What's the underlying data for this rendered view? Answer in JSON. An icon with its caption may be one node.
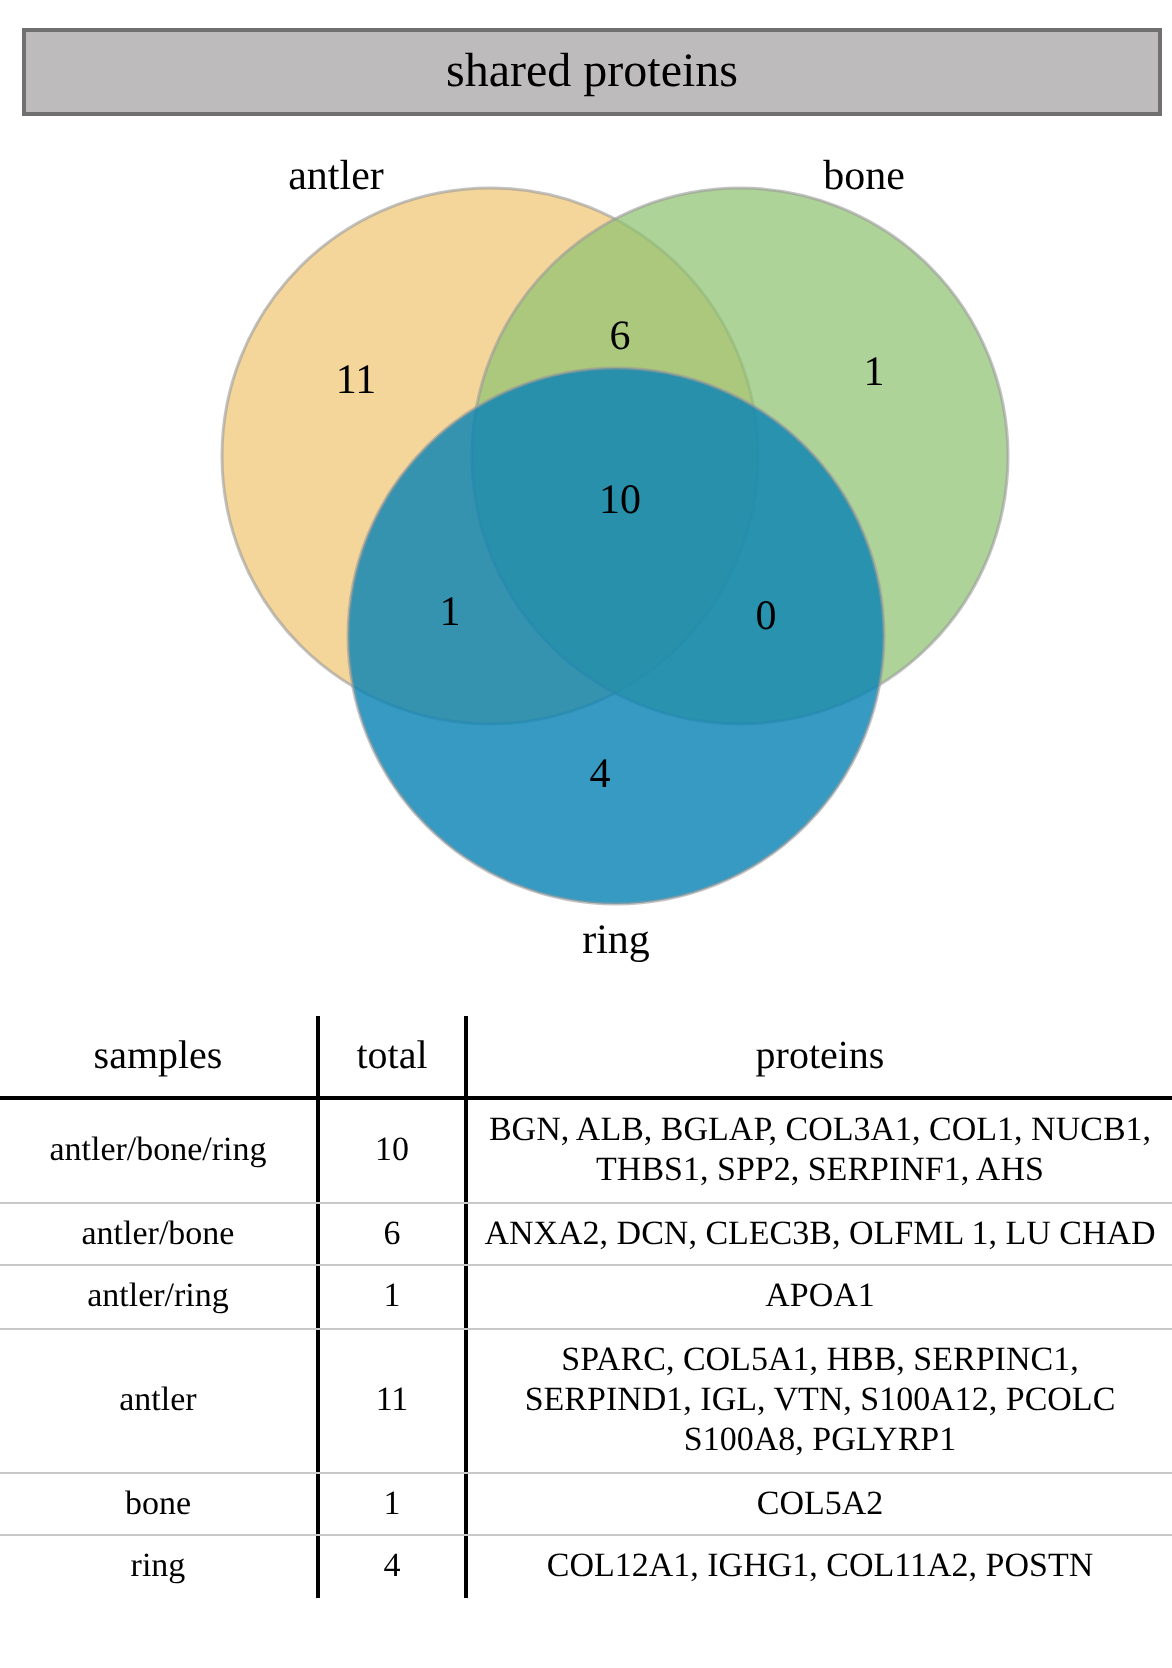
{
  "diagram": {
    "title": "shared proteins",
    "nodes": [
      {
        "text": [
          "antler"
        ]
      },
      {
        "text": [
          "bone"
        ]
      },
      {
        "text": [
          "ring"
        ]
      }
    ],
    "edges": [],
    "labels": [
      "6",
      "11",
      "1",
      "10",
      "1",
      "0",
      "4",
      "samples",
      "total",
      "proteins",
      "antler/bone/ring",
      "10",
      "BGN, ALB, BGLAP, COL3A1, COL1, NUCB1, THBS1, SPP2, SERPINF1, AHS",
      "antler/bone",
      "6",
      "ANXA2, DCN, CLEC3B, OLFML 1, LU CHAD",
      "antler/ring",
      "1",
      "APOA1",
      "antler",
      "11",
      "SPARC, COL5A1, HBB, SERPINC1, SERPIND1, IGL, VTN, S100A12, PCOLC S100A8, PGLYRP1",
      "bone",
      "1",
      "COL5A2",
      "ring",
      "4",
      "COL12A1, IGHG1, COL11A2, POSTN"
    ]
  }
}
